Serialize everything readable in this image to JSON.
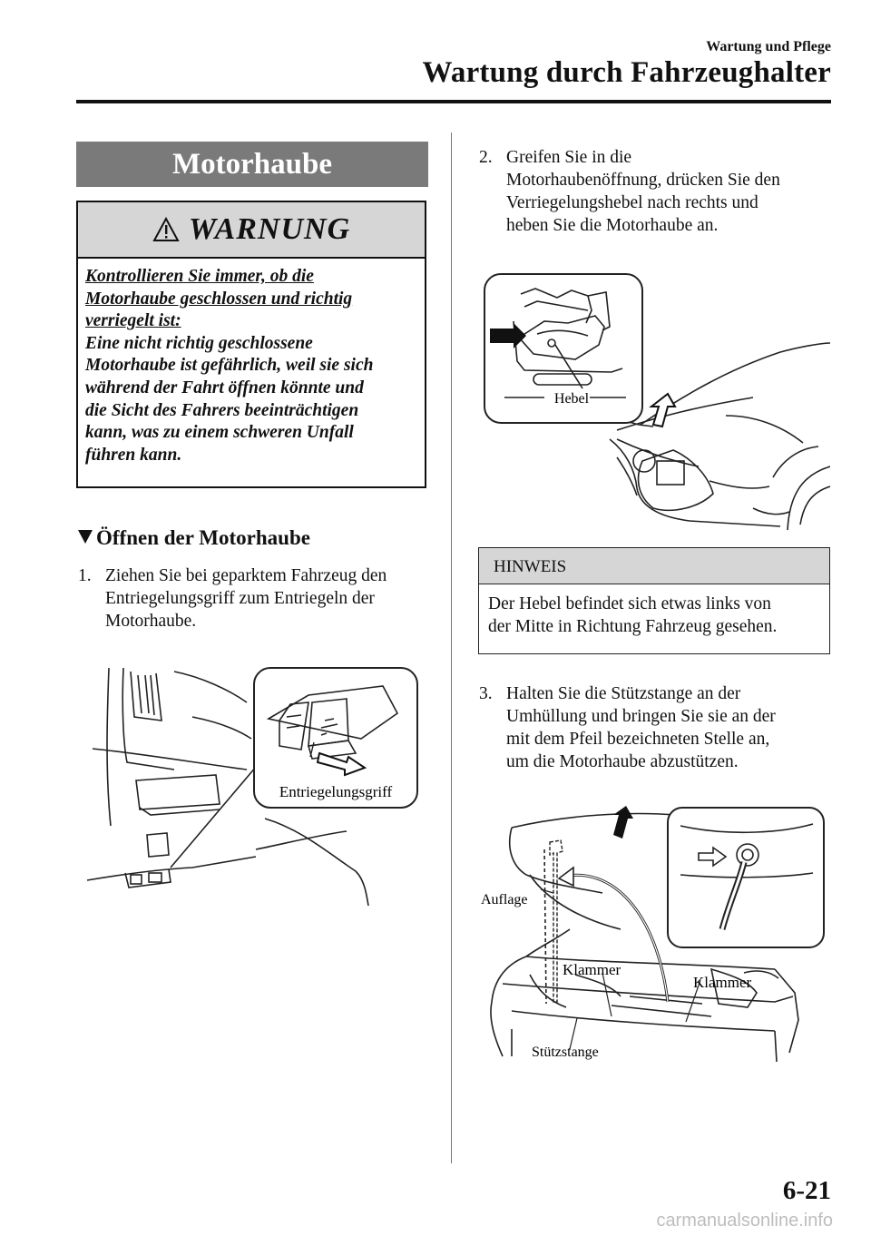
{
  "header": {
    "section": "Wartung und Pflege",
    "chapter": "Wartung durch Fahrzeughalter"
  },
  "title": "Motorhaube",
  "warning": {
    "title": "WARNUNG",
    "underlined_lines": [
      "Kontrollieren Sie immer, ob die",
      "Motorhaube geschlossen und richtig",
      "verriegelt ist:"
    ],
    "body_lines": [
      "Eine nicht richtig geschlossene",
      "Motorhaube ist gefährlich, weil sie sich",
      "während der Fahrt öffnen könnte und",
      "die Sicht des Fahrers beeinträchtigen",
      "kann, was zu einem schweren Unfall",
      "führen kann."
    ]
  },
  "subheading": "Öffnen der Motorhaube",
  "steps": [
    {
      "num": "1.",
      "lines": [
        "Ziehen Sie bei geparktem Fahrzeug den",
        "Entriegelungsgriff zum Entriegeln der",
        "Motorhaube."
      ]
    },
    {
      "num": "2.",
      "lines": [
        "Greifen Sie in die",
        "Motorhaubenöffnung, drücken Sie den",
        "Verriegelungshebel nach rechts und",
        "heben Sie die Motorhaube an."
      ]
    },
    {
      "num": "3.",
      "lines": [
        "Halten Sie die Stützstange an der",
        "Umhüllung und bringen Sie sie an der",
        "mit dem Pfeil bezeichneten Stelle an,",
        "um die Motorhaube abzustützen."
      ]
    }
  ],
  "figures": {
    "release_label": "Entriegelungsgriff",
    "lever_label": "Hebel",
    "support_labels": {
      "auflage": "Auflage",
      "klammer_left": "Klammer",
      "klammer_right": "Klammer",
      "stuetzstange": "Stützstange"
    }
  },
  "note": {
    "title": "HINWEIS",
    "lines": [
      "Der Hebel befindet sich etwas links von",
      "der Mitte in Richtung Fahrzeug gesehen."
    ]
  },
  "page_number": "6-21",
  "watermark": "carmanualsonline.info"
}
